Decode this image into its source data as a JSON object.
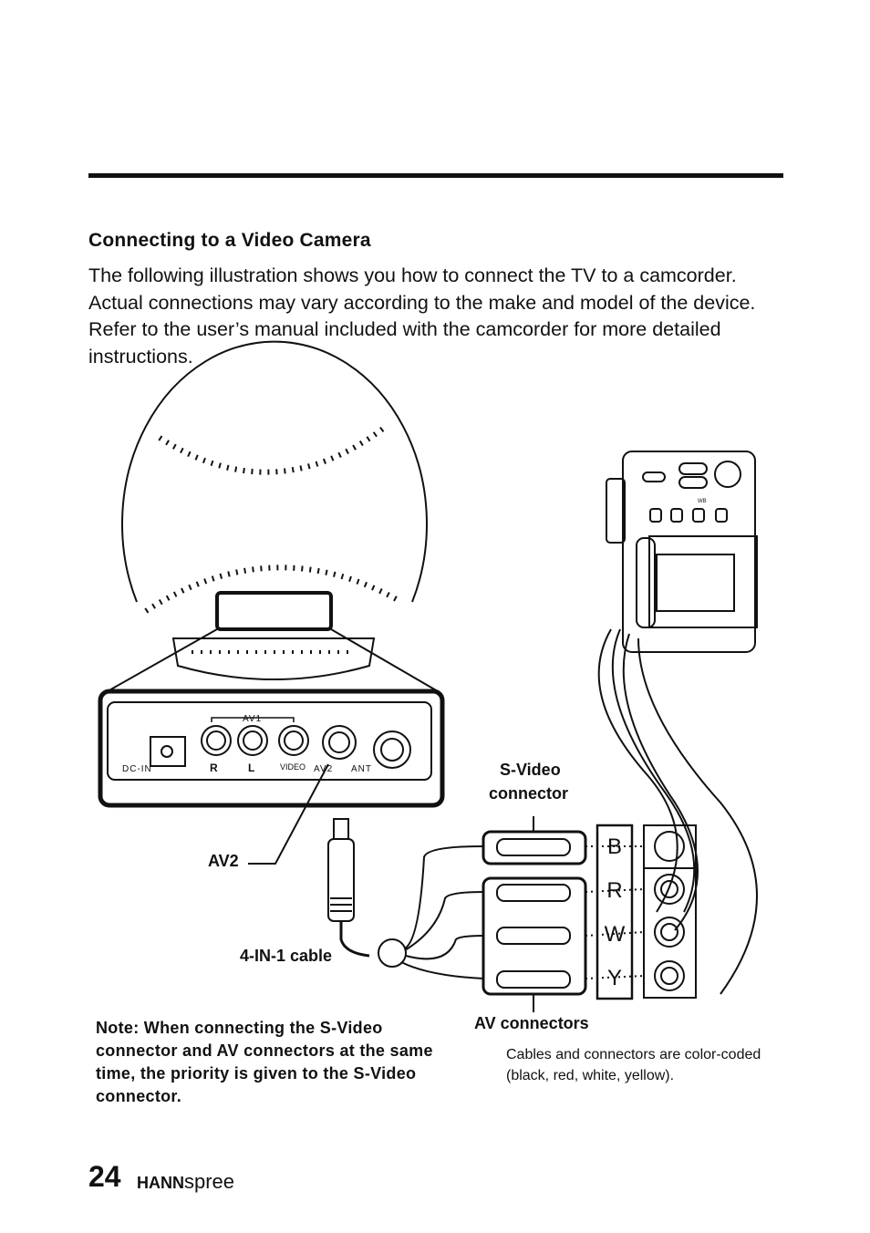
{
  "section_title": "Connecting to a Video Camera",
  "intro": "The following illustration shows you how to connect the TV to a camcorder. Actual connections may vary according to the make and model of the device. Refer to the user’s manual included with the camcorder for more detailed instructions.",
  "diagram": {
    "panel": {
      "dc_in": "DC-IN",
      "av1": "AV1",
      "r": "R",
      "l": "L",
      "video": "VIDEO",
      "av2": "AV2",
      "ant": "ANT"
    },
    "labels": {
      "av2": "AV2",
      "cable": "4-IN-1 cable",
      "svideo_line1": "S-Video",
      "svideo_line2": "connector",
      "av_connectors": "AV connectors"
    },
    "color_letters": [
      "B",
      "R",
      "W",
      "Y"
    ],
    "camcorder": {
      "wb": "WB"
    }
  },
  "note": "Note: When connecting the S-Video connector and AV connectors at the same time, the priority is given to the S-Video connector.",
  "caption": "Cables and connectors are color-coded (black, red, white, yellow).",
  "footer": {
    "page_number": "24",
    "brand_bold": "HANN",
    "brand_rest": "spree"
  }
}
